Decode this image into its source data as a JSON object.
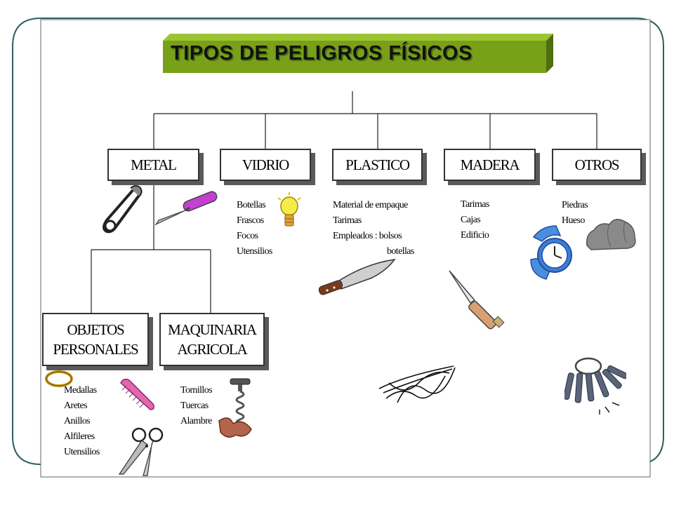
{
  "title": "TIPOS DE PELIGROS FÍSICOS",
  "colors": {
    "title_band": "#78a019",
    "title_band_dark": "#5c7c10",
    "frame": "#2f5e5e",
    "box_shadow": "#5a5a5a"
  },
  "categories": [
    {
      "id": "metal",
      "label": "METAL"
    },
    {
      "id": "vidrio",
      "label": "VIDRIO"
    },
    {
      "id": "plastico",
      "label": "PLASTICO"
    },
    {
      "id": "madera",
      "label": "MADERA"
    },
    {
      "id": "otros",
      "label": "OTROS"
    }
  ],
  "metal_sub": [
    {
      "id": "objetos",
      "line1": "OBJETOS",
      "line2": "PERSONALES"
    },
    {
      "id": "maquinaria",
      "line1": "MAQUINARIA",
      "line2": "AGRICOLA"
    }
  ],
  "lists": {
    "vidrio": [
      "Botellas",
      "Frascos",
      "Focos",
      "Utensilios"
    ],
    "plastico": [
      "Material de empaque",
      "Tarimas",
      "Empleados :  bolsos",
      "botellas"
    ],
    "madera": [
      "Tarimas",
      "Cajas",
      "Edificio"
    ],
    "otros": [
      "Piedras",
      "Hueso"
    ],
    "objetos": [
      "Medallas",
      "Aretes",
      "Anillos",
      "Alfileres",
      "Utensilios"
    ],
    "maquinaria": [
      "Tornillos",
      "Tuercas",
      "Alambre"
    ]
  },
  "icons": [
    "safety-pin-icon",
    "knife-icon",
    "light-bulb-icon",
    "machete-icon",
    "pocket-knife-icon",
    "watch-icon",
    "rocks-icon",
    "comb-icon",
    "scissors-icon",
    "ring-icon",
    "corkscrew-icon",
    "wires-icon",
    "keys-icon"
  ]
}
